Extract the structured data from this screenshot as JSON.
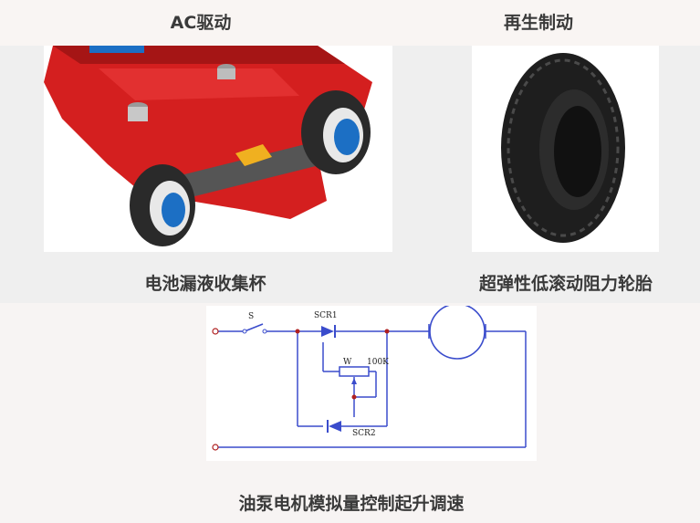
{
  "top_left_title": "AC驱动",
  "top_right_title": "再生制动",
  "left_caption": "电池漏液收集杯",
  "right_caption": "超弹性低滚动阻力轮胎",
  "bottom_caption": "油泵电机模拟量控制起升调速",
  "circuit": {
    "switch_label": "S",
    "scr1_label": "SCR1",
    "scr2_label": "SCR2",
    "pot_label": "W",
    "resistance_label": "100K"
  },
  "colors": {
    "chassis_red": "#d41f1f",
    "wheel_blue": "#1c6fc4",
    "wire_blue": "#3a4ccc",
    "node_red": "#b02020"
  }
}
